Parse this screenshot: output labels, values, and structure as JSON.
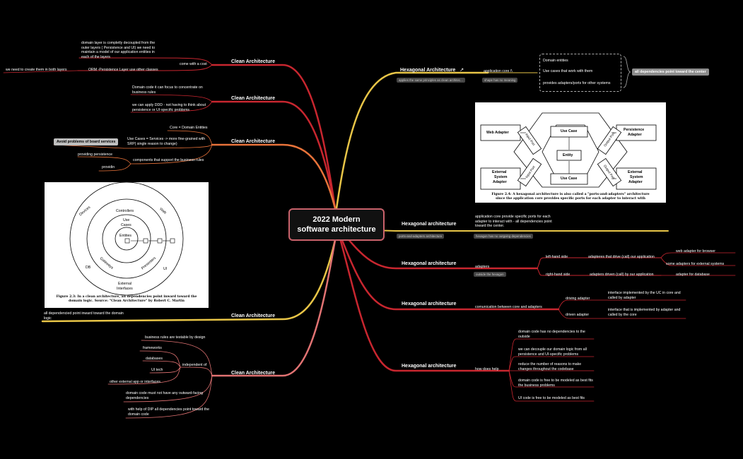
{
  "root": {
    "line1": "2022 Modern",
    "line2": "software architecture"
  },
  "left": {
    "ca1": {
      "title": "Clean Architecture",
      "cost": "come with a cost",
      "decoupled": "domain layer is completly decoupled from the outer layers ( Persistence and UI) we need to maintain a model of our application entities in each of the layers",
      "orm": "ORM -Persistence Layer use other classes",
      "both": "we need to create them in both layers"
    },
    "ca2": {
      "title": "Clean Architecture",
      "focus": "Domain code it can focus to concentrate on business rules",
      "ddd": "we can apply DDD - not having to think about persistence or UI-specific problems"
    },
    "ca3": {
      "title": "Clean Architecture",
      "core": "Core = Domain Entities",
      "usecases": "Use Cases = Services -> more fine-grained with SRP( single reason to change)",
      "avoid": "Avoid problems of board services",
      "components": "components that support the business rules",
      "persist": "providing persistence",
      "providin": "providin"
    },
    "ca4": {
      "title": "Clean Architecture",
      "note": "all dependencied point inward toward the domain logic"
    },
    "ca5": {
      "title": "Clean Architecture",
      "testable": "business rules are testable by design",
      "independent": "independent of",
      "frameworks": "frameworks",
      "databases": "databases",
      "uitech": "UI tech",
      "external": "other external app or interfaces",
      "outward": "domain code must not have any outward-facing dependencies",
      "dip": "with help of DIP all dependencies point toward the domain code"
    }
  },
  "right": {
    "hex1": {
      "title": "Hexagonal Architecture",
      "core": "application core /\\",
      "tag1": "applies the same principles as clean architec...",
      "tag2": "shape has no meaning",
      "items": [
        "Domain entities",
        "Use cases that work with them",
        "provides adapters/ports for other systems"
      ],
      "summary": "all dependencies point toward the center"
    },
    "hex2": {
      "title": "Hexagonal architecture",
      "ports": "application core provide specific ports for each adapter to interact with - all dependencies point toward the center.",
      "tag1": "ports-and-adapters architecture",
      "tag2": "hexagon has no outgoing dependencies"
    },
    "hex3": {
      "title": "Hexagonal architecture",
      "adapters": "adapters",
      "tag": "outside the hexagon",
      "left": "left-hand side",
      "right": "right-hand side",
      "drive": "adapteres that drive (call) our application",
      "driven": "adapters driven (call) by our application",
      "web": "web adapter for browser",
      "ext": "some adapters for external systems",
      "db": "adapter for database"
    },
    "hex4": {
      "title": "Hexagonal architecture",
      "comm": "comunication between core and adapters",
      "driving": "driving adapter",
      "drivenA": "driven adapter",
      "ifc1": "interface implemented by the UC in core and called by adapter",
      "ifc2": "interface that is implemented by adapter and called by the core"
    },
    "hex5": {
      "title": "Hexagonal architecture",
      "help": "how does help",
      "items": [
        "domain code has no dependencies to the outside",
        "we can decouple our domain logic from all persistence and UI-specific problems",
        "reduce the number of reasons to make changes throughout the codebase",
        "domain code is free to be modeled as best fits the business problems",
        "UI code is free to be modeled as best fits"
      ]
    }
  },
  "fig_hex": {
    "web": "Web Adapter",
    "persist1": "Persistence",
    "persist2": "Adapter",
    "ext1": "External",
    "ext2": "System",
    "ext3": "Adapter",
    "usecase": "Use Case",
    "entity": "Entity",
    "input": "Input Port",
    "output": "Output Port",
    "caption1": "Figure 2.4: A hexagonal architecture is also called a \"ports-and-adapters\" architecture",
    "caption2": "since the application core provides specific ports for each adapter to interact with"
  },
  "fig_clean": {
    "devices": "Devices",
    "web": "Web",
    "controllers": "Controllers",
    "usecases1": "Use",
    "usecases2": "Cases",
    "entities": "Entities",
    "gateways": "Gateways",
    "presenters": "Presenters",
    "db": "DB",
    "ui": "UI",
    "ext1": "External",
    "ext2": "Interfaces",
    "caption1": "Figure 2.3: In a clean architecture, all dependencies point inward toward the",
    "caption2": "domain logic. Source: \"Clean Architecture\" by Robert C. Martin"
  },
  "colors": {
    "red": "#c8262f",
    "orange": "#e8733a",
    "yellow": "#e8c547",
    "pink": "#e27373"
  }
}
